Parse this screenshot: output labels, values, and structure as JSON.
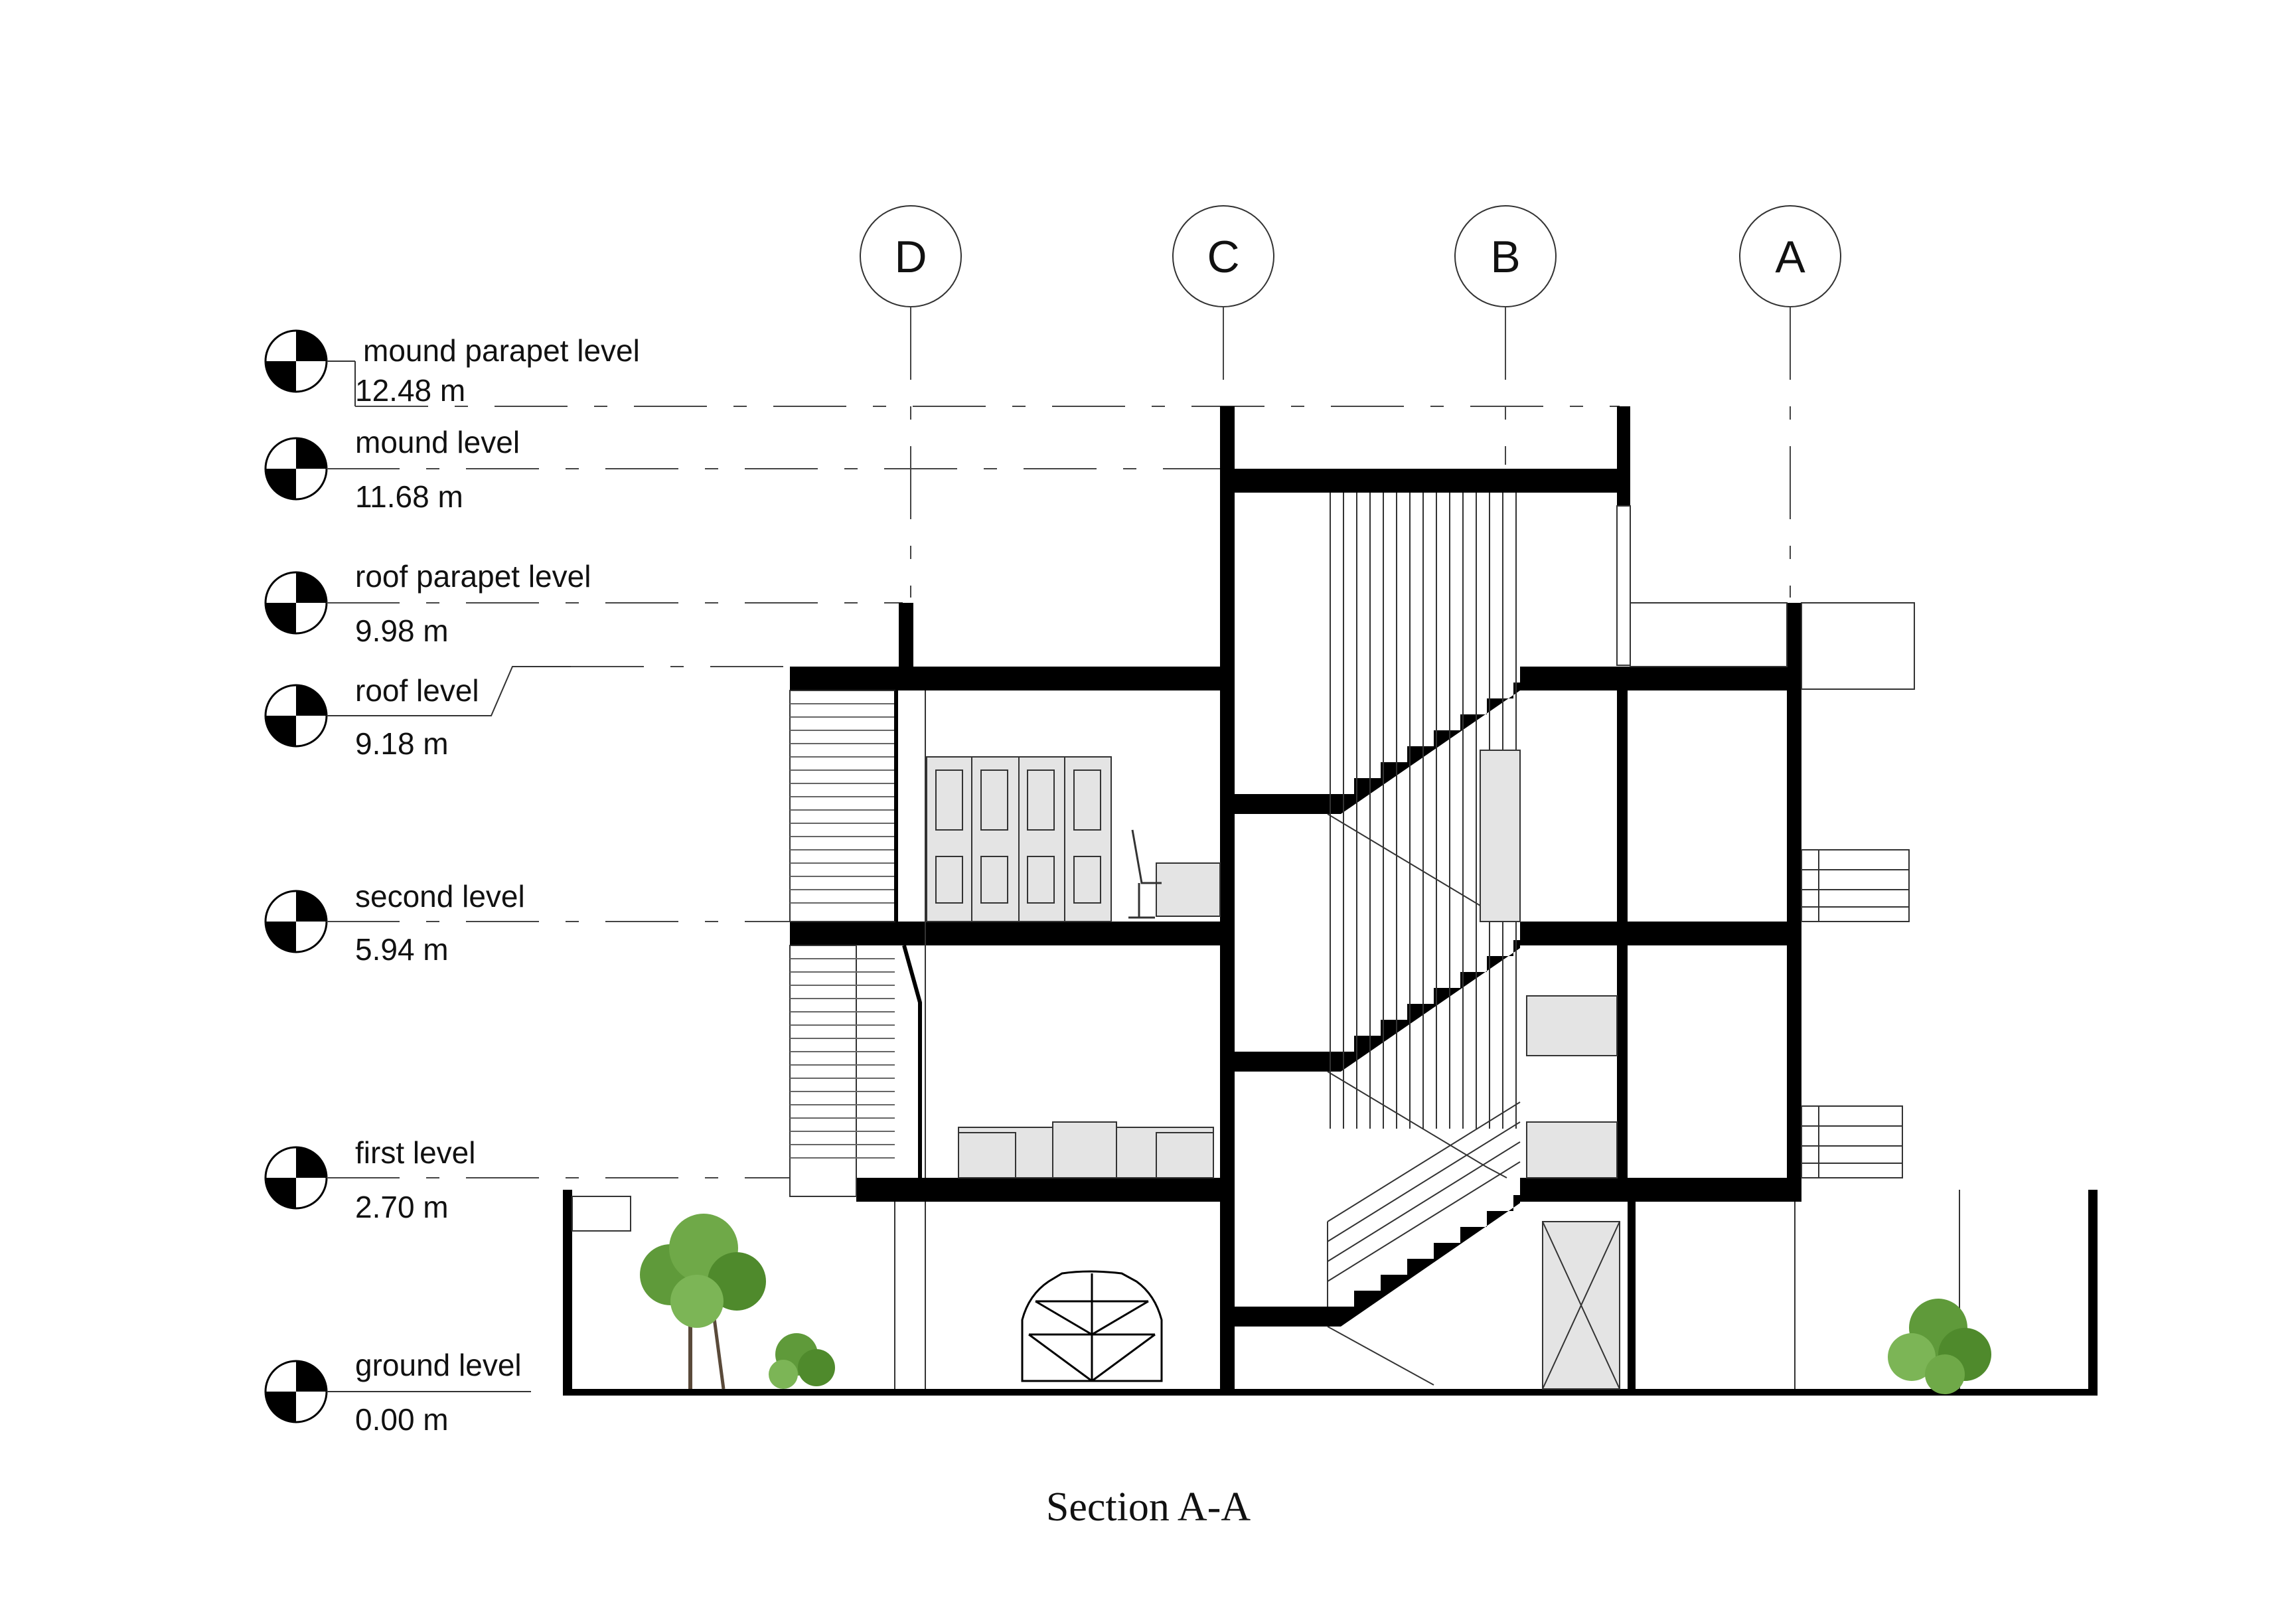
{
  "title": "Section A-A",
  "grid_axes": [
    {
      "label": "D"
    },
    {
      "label": "C"
    },
    {
      "label": "B"
    },
    {
      "label": "A"
    }
  ],
  "levels": [
    {
      "name": "mound parapet level",
      "value": "12.48 m"
    },
    {
      "name": "mound level",
      "value": "11.68 m"
    },
    {
      "name": "roof parapet level",
      "value": "9.98 m"
    },
    {
      "name": "roof level",
      "value": "9.18 m"
    },
    {
      "name": "second level",
      "value": "5.94 m"
    },
    {
      "name": "first level",
      "value": "2.70 m"
    },
    {
      "name": "ground level",
      "value": "0.00 m"
    }
  ],
  "colors": {
    "structure": "#000000",
    "linework": "#333333",
    "foliage": "#5f9a3a",
    "glass": "#e4e4e4"
  },
  "icons": {
    "level_marker": "level-datum-icon",
    "grid_bubble": "grid-axis-bubble-icon"
  }
}
